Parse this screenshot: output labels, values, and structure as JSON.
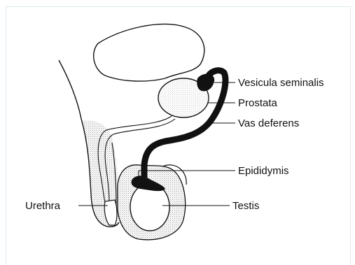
{
  "diagram": {
    "labels": {
      "vesicula_seminalis": "Vesicula seminalis",
      "prostata": "Prostata",
      "vas_deferens": "Vas deferens",
      "epididymis": "Epididymis",
      "urethra": "Urethra",
      "testis": "Testis"
    }
  }
}
